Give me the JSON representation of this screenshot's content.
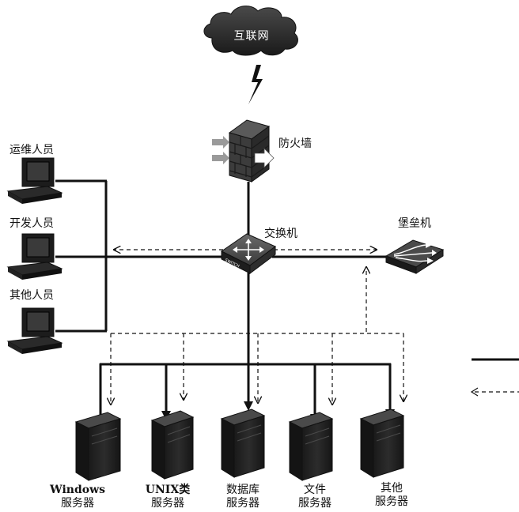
{
  "diagram": {
    "internet": "互联网",
    "firewall": "防火墙",
    "switch": "交换机",
    "switch_badge": "SWITCH",
    "bastion": "堡垒机",
    "users": [
      {
        "label": "运维人员"
      },
      {
        "label": "开发人员"
      },
      {
        "label": "其他人员"
      }
    ],
    "servers": [
      {
        "line1": "Windows",
        "line2": "服务器"
      },
      {
        "line1": "UNIX类",
        "line2": "服务器"
      },
      {
        "line1": "数据库",
        "line2": "服务器"
      },
      {
        "line1": "文件",
        "line2": "服务器"
      },
      {
        "line1": "其他",
        "line2": "服务器"
      }
    ]
  }
}
